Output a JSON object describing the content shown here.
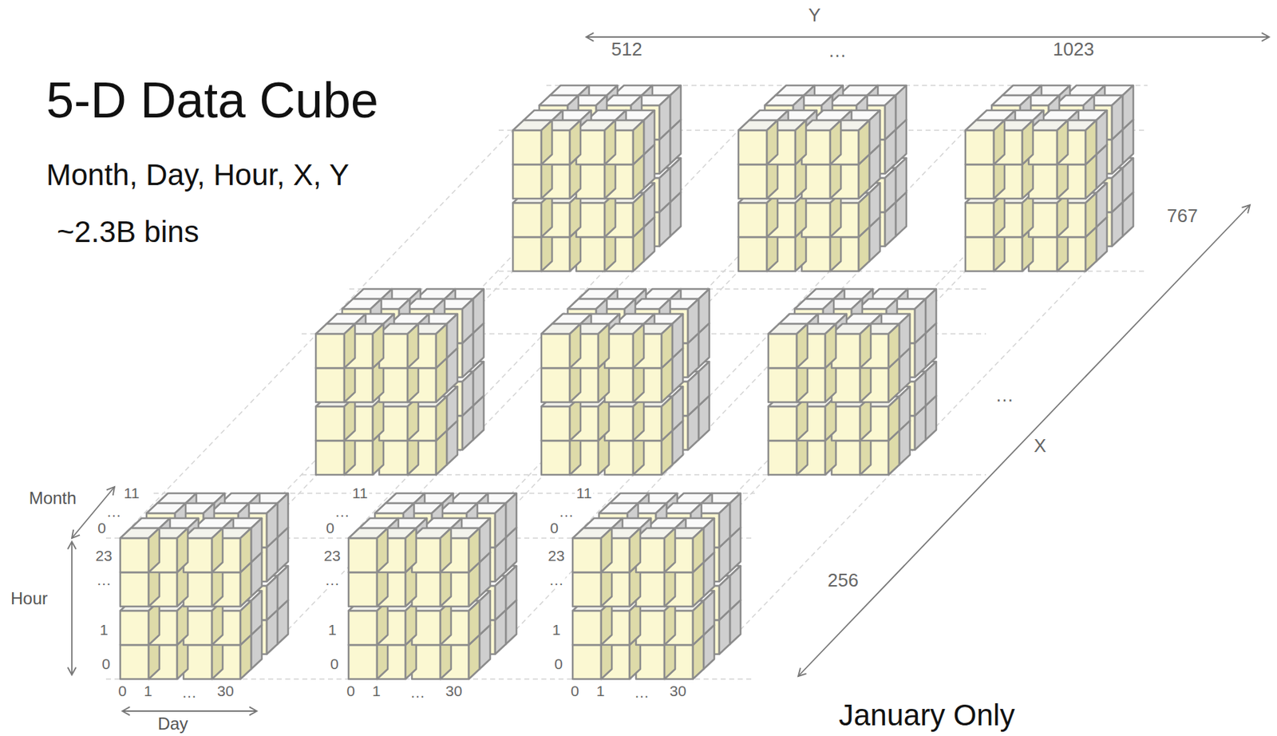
{
  "diagram": {
    "title": "5-D Data Cube",
    "labels": [
      "Month, Day, Hour, X, Y",
      "~2.3B bins",
      "Y",
      "512",
      "…",
      "1023",
      "767",
      "…",
      "X",
      "256",
      "Month",
      "Hour",
      "Day",
      "11",
      "…",
      "0",
      "23",
      "…",
      "1",
      "0",
      "0",
      "1",
      "…",
      "30",
      "11",
      "…",
      "0",
      "23",
      "…",
      "1",
      "0",
      "0",
      "1",
      "…",
      "30",
      "11",
      "…",
      "0",
      "23",
      "…",
      "1",
      "0",
      "0",
      "1",
      "…",
      "30",
      "January Only"
    ]
  }
}
